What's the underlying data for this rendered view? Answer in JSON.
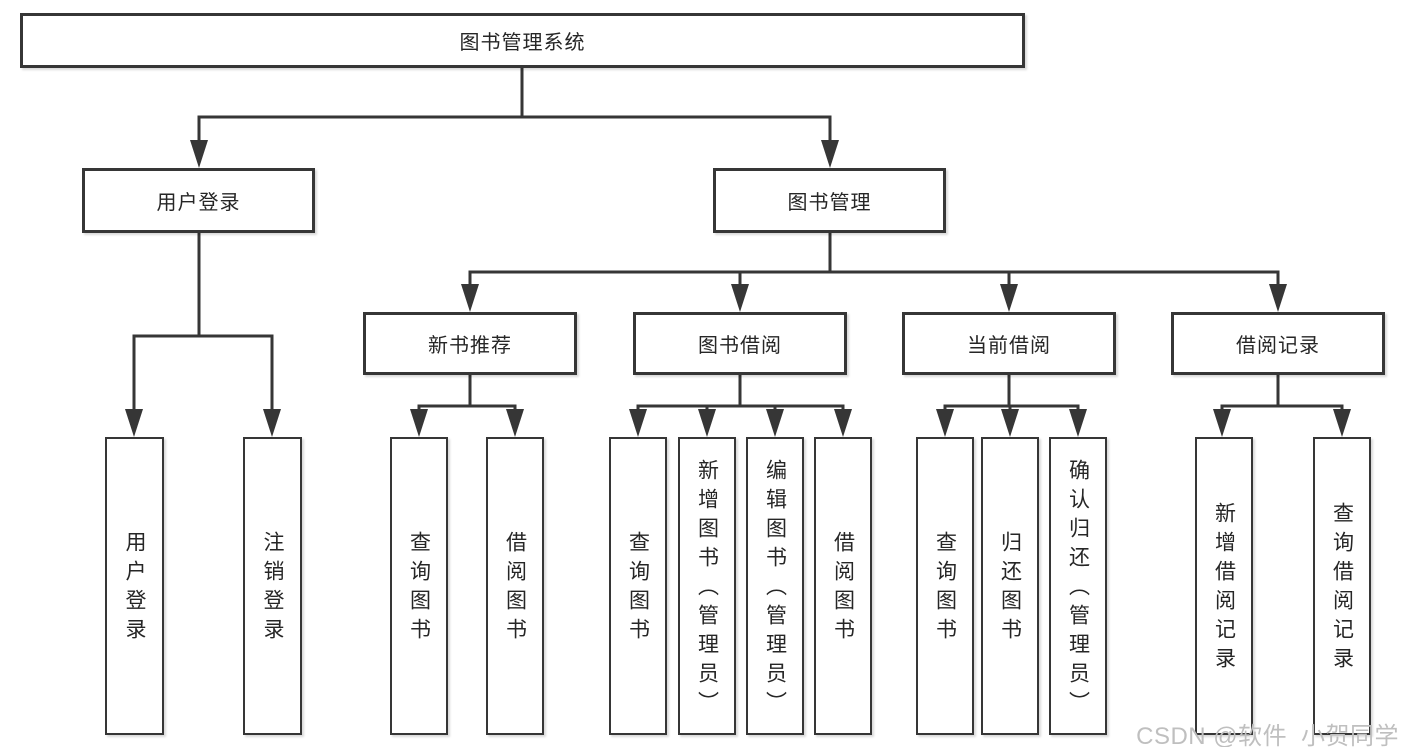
{
  "nodes": {
    "root": "图书管理系统",
    "level1": [
      "用户登录",
      "图书管理"
    ],
    "level2": [
      "新书推荐",
      "图书借阅",
      "当前借阅",
      "借阅记录"
    ],
    "user_login_children": [
      "用户登录",
      "注销登录"
    ],
    "new_book_children": [
      "查询图书",
      "借阅图书"
    ],
    "book_borrow_children": [
      "查询图书",
      "新增图书（管理员）",
      "编辑图书（管理员）",
      "借阅图书"
    ],
    "current_borrow_children": [
      "查询图书",
      "归还图书",
      "确认归还（管理员）"
    ],
    "borrow_record_children": [
      "新增借阅记录",
      "查询借阅记录"
    ]
  },
  "watermark": "CSDN @软件_小贺同学",
  "colors": {
    "line": "#363636",
    "box_border": "#363636",
    "text": "#262626",
    "background": "#ffffff",
    "watermark": "#bfbfbf"
  }
}
